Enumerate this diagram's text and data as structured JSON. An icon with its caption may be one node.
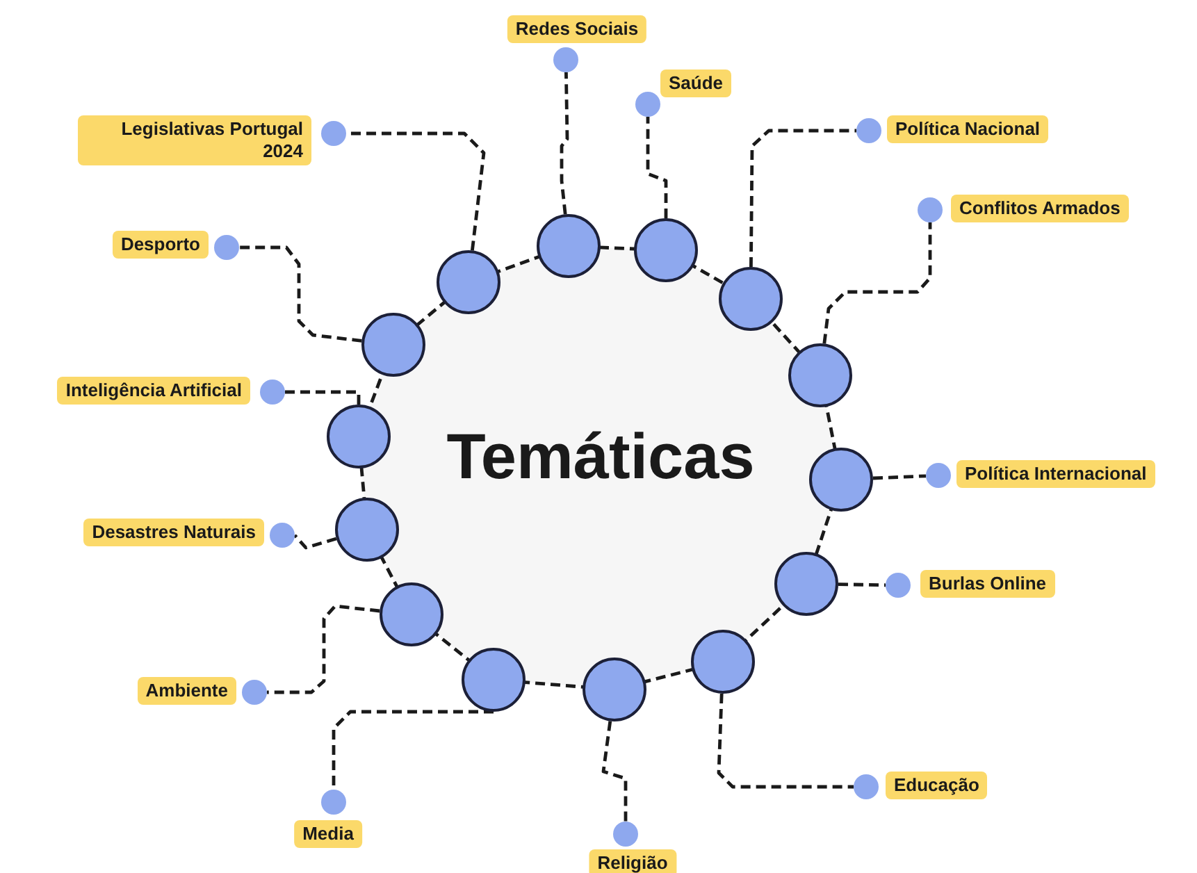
{
  "diagram": {
    "nodes": [
      {
        "text": [
          "Temáticas"
        ]
      },
      {
        "text": [],
        "shape": "circle"
      },
      {
        "text": [],
        "shape": "circle"
      },
      {
        "text": [],
        "shape": "circle"
      },
      {
        "text": [],
        "shape": "circle"
      },
      {
        "text": [],
        "shape": "circle"
      },
      {
        "text": [],
        "shape": "circle"
      },
      {
        "text": [],
        "shape": "circle"
      },
      {
        "text": [],
        "shape": "circle"
      },
      {
        "text": [],
        "shape": "circle"
      },
      {
        "text": [],
        "shape": "circle"
      },
      {
        "text": [],
        "shape": "circle"
      },
      {
        "text": [],
        "shape": "circle"
      },
      {
        "text": [],
        "shape": "circle"
      },
      {
        "text": [],
        "shape": "circle"
      },
      {
        "text": [],
        "shape": "circle"
      },
      {
        "text": [],
        "shape": "circle"
      },
      {
        "text": [],
        "shape": "circle"
      },
      {
        "text": [],
        "shape": "circle"
      },
      {
        "text": [],
        "shape": "circle"
      },
      {
        "text": [],
        "shape": "circle"
      },
      {
        "text": [],
        "shape": "circle"
      },
      {
        "text": [],
        "shape": "circle"
      },
      {
        "text": [],
        "shape": "circle"
      },
      {
        "text": [],
        "shape": "circle"
      },
      {
        "text": [],
        "shape": "circle"
      },
      {
        "text": [],
        "shape": "circle"
      },
      {
        "text": [],
        "shape": "circle"
      },
      {
        "text": [],
        "shape": "circle"
      },
      {
        "text": [
          "Redes Sociais"
        ]
      },
      {
        "text": [
          "Saúde"
        ]
      },
      {
        "text": [
          "Política Nacional"
        ]
      },
      {
        "text": [
          "Conflitos Armados"
        ]
      },
      {
        "text": [
          "Política Internacional"
        ]
      },
      {
        "text": [
          "Burlas Online"
        ]
      },
      {
        "text": [
          "Educação"
        ]
      },
      {
        "text": [
          "Religião"
        ]
      },
      {
        "text": [
          "Media"
        ]
      },
      {
        "text": [
          "Ambiente"
        ]
      },
      {
        "text": [
          "Desastres Naturais"
        ]
      },
      {
        "text": [
          "Inteligência Artificial"
        ]
      },
      {
        "text": [
          "Desporto"
        ]
      },
      {
        "text": [
          "Legislativas Portugal 2024"
        ]
      }
    ],
    "edges": [
      {
        "from": 1,
        "to": 15,
        "arrow": "none",
        "style": "dashed"
      },
      {
        "from": 2,
        "to": 16,
        "arrow": "none",
        "style": "dashed"
      },
      {
        "from": 3,
        "to": 17,
        "arrow": "none",
        "style": "dashed"
      },
      {
        "from": 4,
        "to": 18,
        "arrow": "none",
        "style": "dashed"
      },
      {
        "from": 5,
        "to": 19,
        "arrow": "none",
        "style": "dashed"
      },
      {
        "from": 6,
        "to": 20,
        "arrow": "none",
        "style": "dashed"
      },
      {
        "from": 7,
        "to": 21,
        "arrow": "none",
        "style": "dashed"
      },
      {
        "from": 8,
        "to": 22,
        "arrow": "none",
        "style": "dashed"
      },
      {
        "from": 9,
        "to": 23,
        "arrow": "none",
        "style": "dashed"
      },
      {
        "from": 10,
        "to": 24,
        "arrow": "none",
        "style": "dashed"
      },
      {
        "from": 11,
        "to": 25,
        "arrow": "none",
        "style": "dashed"
      },
      {
        "from": 12,
        "to": 26,
        "arrow": "none",
        "style": "dashed"
      },
      {
        "from": 13,
        "to": 27,
        "arrow": "none",
        "style": "dashed"
      },
      {
        "from": 14,
        "to": 28,
        "arrow": "none",
        "style": "dashed"
      }
    ]
  }
}
